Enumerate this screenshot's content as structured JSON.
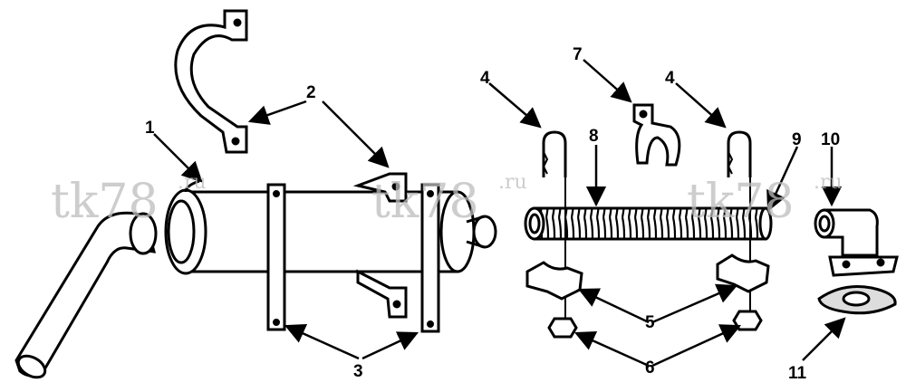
{
  "diagram": {
    "callouts": [
      {
        "id": "1",
        "label": "1"
      },
      {
        "id": "2",
        "label": "2"
      },
      {
        "id": "3",
        "label": "3"
      },
      {
        "id": "4a",
        "label": "4"
      },
      {
        "id": "4b",
        "label": "4"
      },
      {
        "id": "5",
        "label": "5"
      },
      {
        "id": "6",
        "label": "6"
      },
      {
        "id": "7",
        "label": "7"
      },
      {
        "id": "8",
        "label": "8"
      },
      {
        "id": "9",
        "label": "9"
      },
      {
        "id": "10",
        "label": "10"
      },
      {
        "id": "11",
        "label": "11"
      }
    ]
  },
  "watermark": {
    "main": "tk78",
    "suffix": ".ru"
  },
  "colors": {
    "line": "#000000",
    "background": "#ffffff",
    "watermark": "#bdbdbd"
  }
}
